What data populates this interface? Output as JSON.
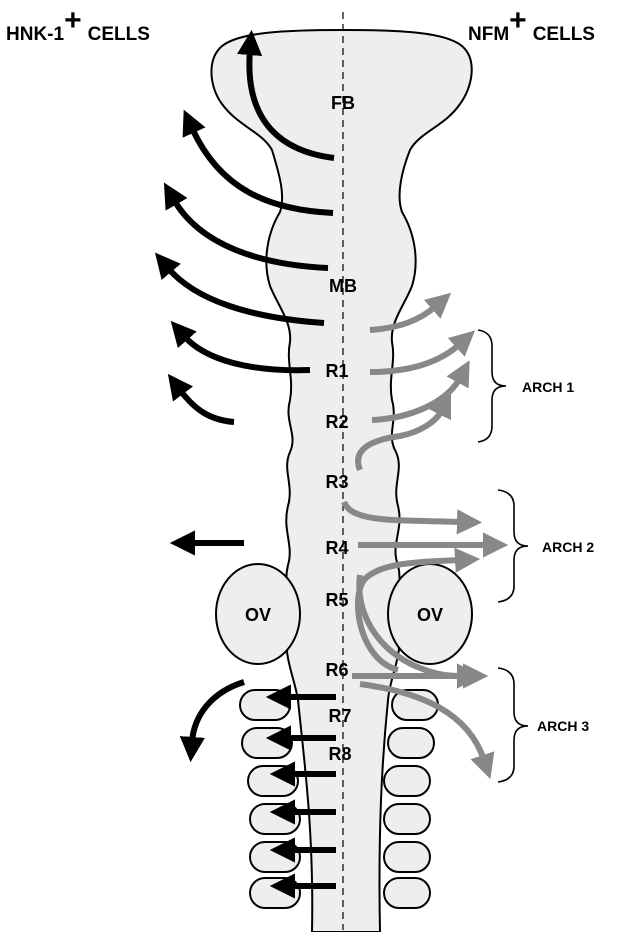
{
  "header": {
    "left_label": "HNK-1",
    "left_sup": "+",
    "left_suffix": "CELLS",
    "right_label": "NFM",
    "right_sup": "+",
    "right_suffix": "CELLS"
  },
  "regions": {
    "forebrain": "FB",
    "midbrain": "MB",
    "rhombomeres": [
      "R1",
      "R2",
      "R3",
      "R4",
      "R5",
      "R6",
      "R7",
      "R8"
    ]
  },
  "otic_vesicle": {
    "left": "OV",
    "right": "OV"
  },
  "arches": [
    "ARCH 1",
    "ARCH 2",
    "ARCH 3"
  ],
  "colors": {
    "hnk1_arrows": "#000000",
    "nfm_arrows": "#888888",
    "tissue_fill": "#eeeeee"
  }
}
